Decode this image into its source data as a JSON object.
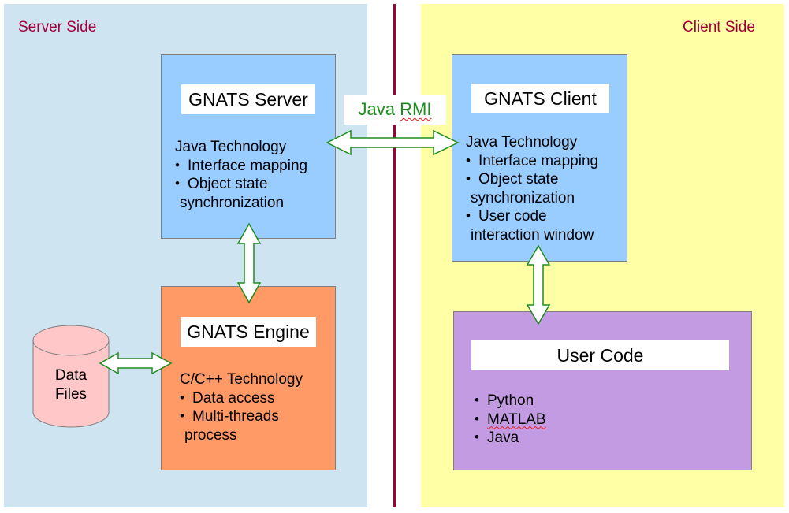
{
  "server_side": {
    "label": "Server Side",
    "server": {
      "title": "GNATS Server",
      "tech": "Java Technology",
      "bullets": [
        "Interface mapping",
        "Object state"
      ],
      "continuation": "synchronization"
    },
    "engine": {
      "title": "GNATS Engine",
      "tech": "C/C++ Technology",
      "bullets": [
        "Data access",
        "Multi-threads"
      ],
      "continuation": "process"
    },
    "data_files": {
      "line1": "Data",
      "line2": "Files"
    }
  },
  "client_side": {
    "label": "Client Side",
    "client": {
      "title": "GNATS Client",
      "tech": "Java Technology",
      "bullet1": "Interface mapping",
      "bullet2": "Object state",
      "bullet2_cont": "synchronization",
      "bullet3": "User code",
      "bullet3_cont": "interaction window"
    },
    "user_code": {
      "title": "User Code",
      "items": [
        "Python",
        "MATLAB",
        "Java"
      ]
    }
  },
  "connector": {
    "label_prefix": "Java ",
    "label_underlined": "RMI"
  },
  "colors": {
    "server_region": "#cfe4f1",
    "client_region": "#ffffa6",
    "divider": "#a0003c",
    "server_box": "#99ccff",
    "engine_box": "#ff9966",
    "user_code_box": "#c39be3",
    "cylinder": "#ffc7c7",
    "arrow_stroke": "#1e8c1e",
    "rmi_text": "#1e8c1e",
    "side_label": "#a0003c"
  }
}
